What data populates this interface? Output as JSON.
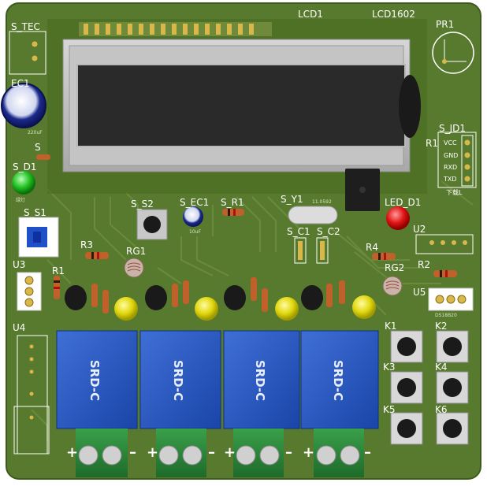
{
  "board": {
    "colors": {
      "pcb": "#587a2e",
      "silk": "#ffffff",
      "trace": "#6a8a3a",
      "relay": "#1f4fb8",
      "terminal": "#2e8a3a",
      "led_yellow": "#e0d80e",
      "led_red": "#e01818",
      "led_green": "#28c028"
    }
  },
  "labels": {
    "lcd1": "LCD1",
    "lcd1602": "LCD1602",
    "pr1": "PR1",
    "r1_top": "R1",
    "s_jd1": "S_JD1",
    "vcc": "VCC",
    "gnd": "GND",
    "rxd": "RXD",
    "txd": "TXD",
    "download": "下载L",
    "s_tec": "S_TEC",
    "ec1": "EC1",
    "s_r": "S",
    "s_d1": "S_D1",
    "s_s1": "S_S1",
    "u3": "U3",
    "r1": "R1",
    "u4": "U4",
    "s_s2": "S_S2",
    "s_ec1": "S_EC1",
    "s_r1": "S_R1",
    "s_y1": "S_Y1",
    "led_d1": "LED_D1",
    "s_c1": "S_C1",
    "s_c2": "S_C2",
    "u2": "U2",
    "r3": "R3",
    "rg1": "RG1",
    "r4": "R4",
    "r2": "R2",
    "rg2": "RG2",
    "u5": "U5",
    "k1": "K1",
    "k2": "K2",
    "k3": "K3",
    "k4": "K4",
    "k5": "K5",
    "k6": "K6",
    "ec_val": "220uF",
    "s_ec_val": "10uF",
    "y1_val": "11.0592",
    "ds18b20": "DS18B20",
    "relay_brand": "SRD-C",
    "plus": "+",
    "minus": "–",
    "green_led_text": "绿灯"
  }
}
